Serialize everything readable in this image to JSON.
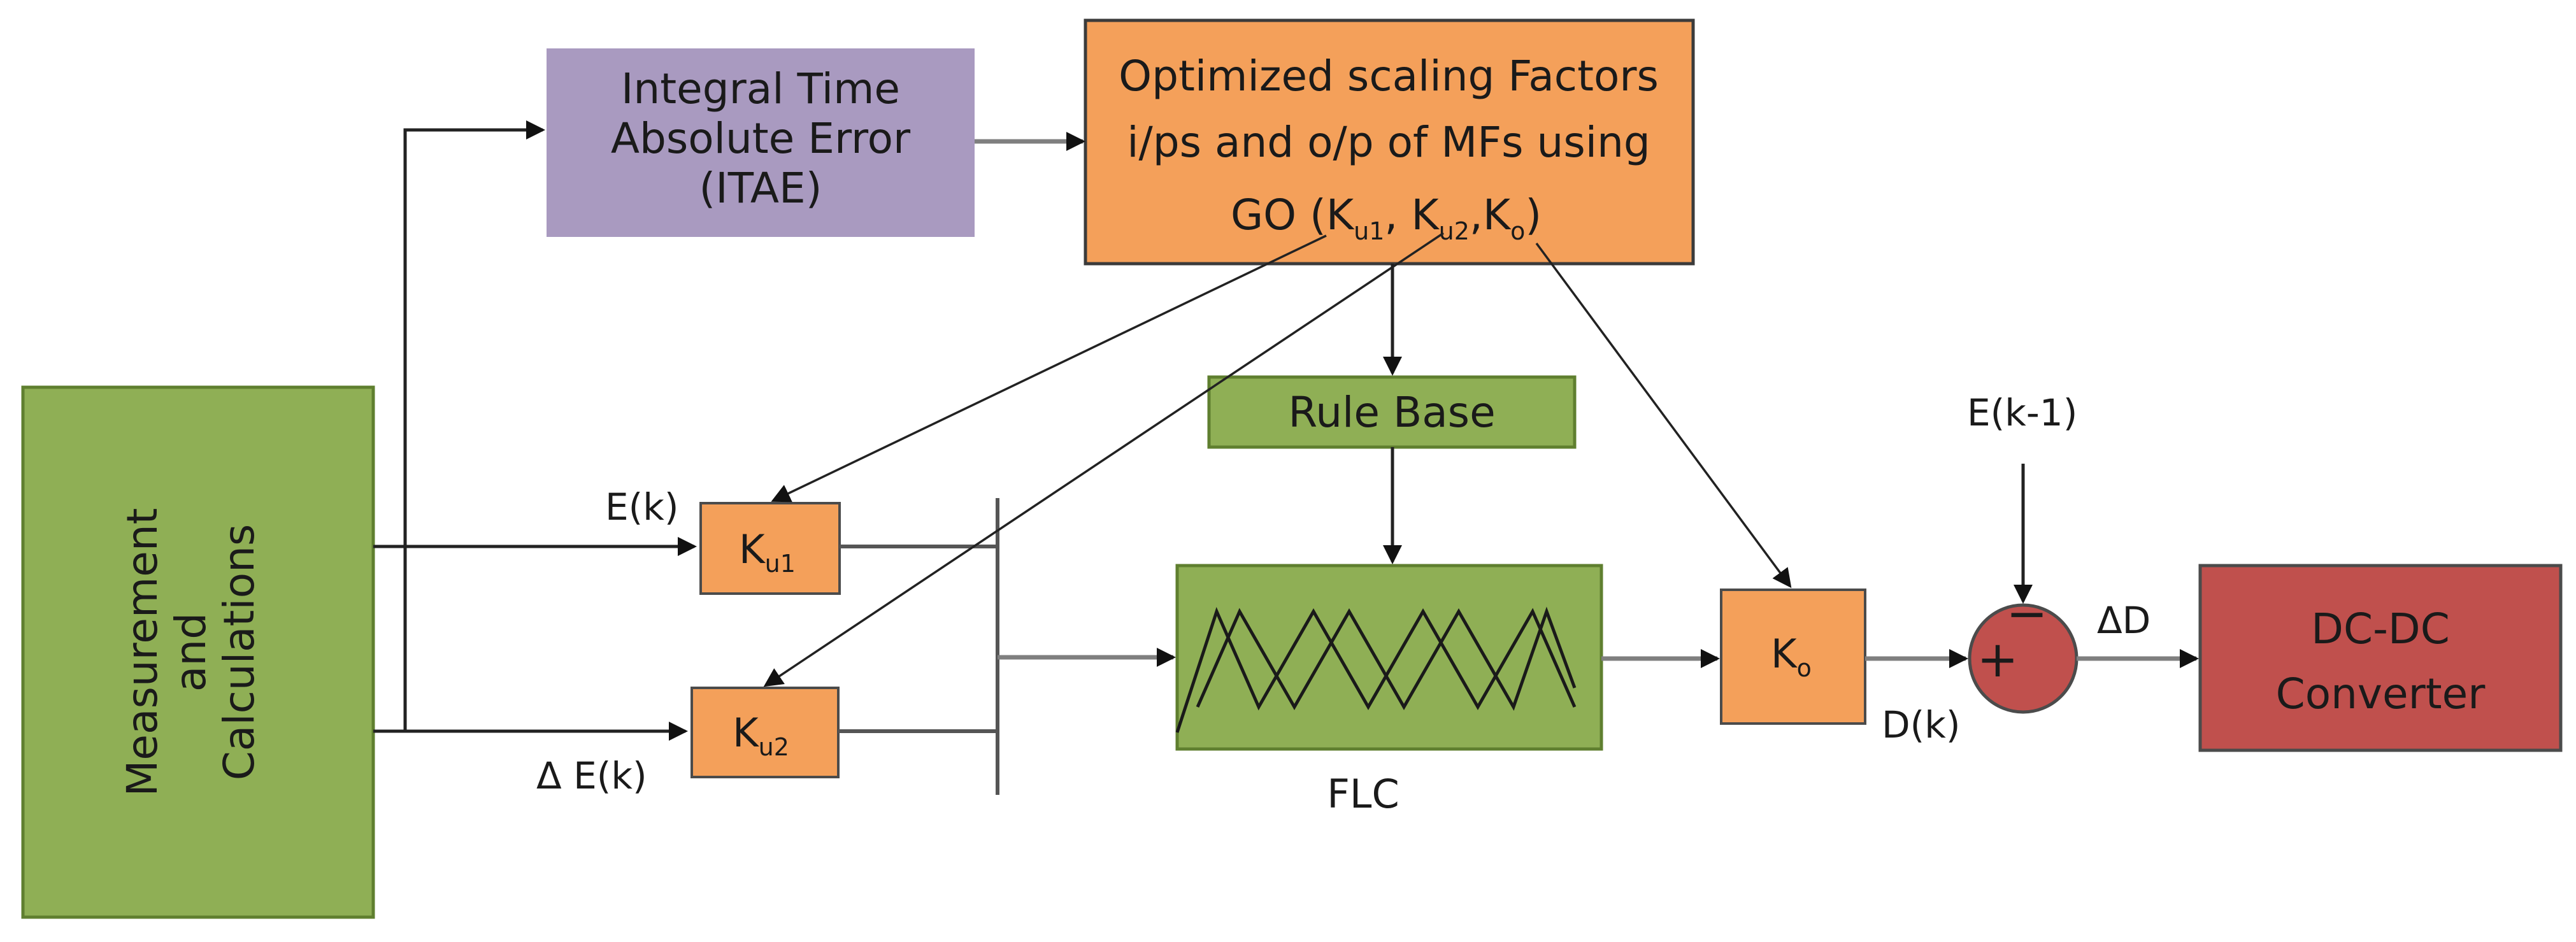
{
  "blocks": {
    "measurement": {
      "line1": "Measurement",
      "line2": "and",
      "line3": "Calculations"
    },
    "itae": {
      "line1": "Integral Time",
      "line2": "Absolute Error",
      "line3": "(ITAE)"
    },
    "optimizer": {
      "line1": "Optimized scaling Factors",
      "line2": "i/ps and o/p of MFs using",
      "line3_prefix": "GO (K",
      "sub1": "u1",
      "sep1": ",  K",
      "sub2": "u2",
      "sep2": ",K",
      "sub3": "o",
      "line3_suffix": ")"
    },
    "rule_base": {
      "label": "Rule Base"
    },
    "ku1": {
      "main": "K",
      "sub": "u1"
    },
    "ku2": {
      "main": "K",
      "sub": "u2"
    },
    "flc": {
      "label": "FLC"
    },
    "ko": {
      "main": "K",
      "sub": "o"
    },
    "converter": {
      "line1": "DC-DC",
      "line2": "Converter"
    }
  },
  "signals": {
    "ek": "E(k)",
    "delta_ek": "Δ E(k)",
    "ek_minus_1": "E(k-1)",
    "dk": "D(k)",
    "delta_d": "ΔD"
  },
  "summer": {
    "plus": "+",
    "minus": "−"
  },
  "colors": {
    "green": "#8faf55",
    "purple": "#a99ac0",
    "orange": "#f4a05a",
    "red": "#c0504d"
  }
}
